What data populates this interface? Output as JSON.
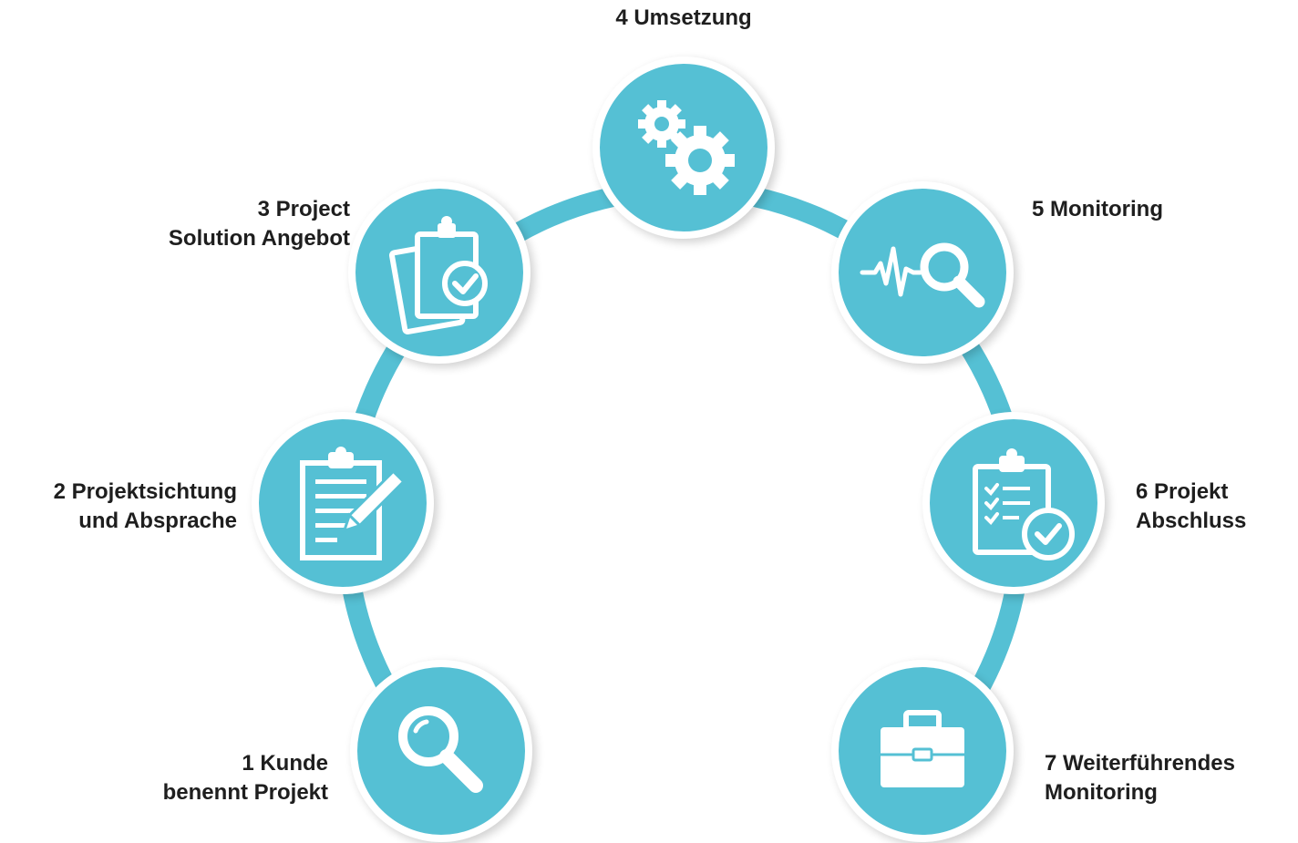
{
  "accent_color": "#55c0d4",
  "ring_color": "#55c0d4",
  "icon_color": "#ffffff",
  "steps": [
    {
      "number": "1",
      "line1": "1 Kunde",
      "line2": "benennt Projekt",
      "icon": "magnifier-icon"
    },
    {
      "number": "2",
      "line1": "2  Projektsichtung",
      "line2": "und Absprache",
      "icon": "clipboard-pencil-icon"
    },
    {
      "number": "3",
      "line1": "3  Project",
      "line2": "Solution Angebot",
      "icon": "documents-check-icon"
    },
    {
      "number": "4",
      "line1": "4  Umsetzung",
      "icon": "gears-icon"
    },
    {
      "number": "5",
      "line1": "5  Monitoring",
      "icon": "pulse-search-icon"
    },
    {
      "number": "6",
      "line1": "6  Projekt",
      "line2": "Abschluss",
      "icon": "checklist-check-icon"
    },
    {
      "number": "7",
      "line1": "7  Weiterführendes",
      "line2": "Monitoring",
      "icon": "briefcase-icon"
    }
  ]
}
